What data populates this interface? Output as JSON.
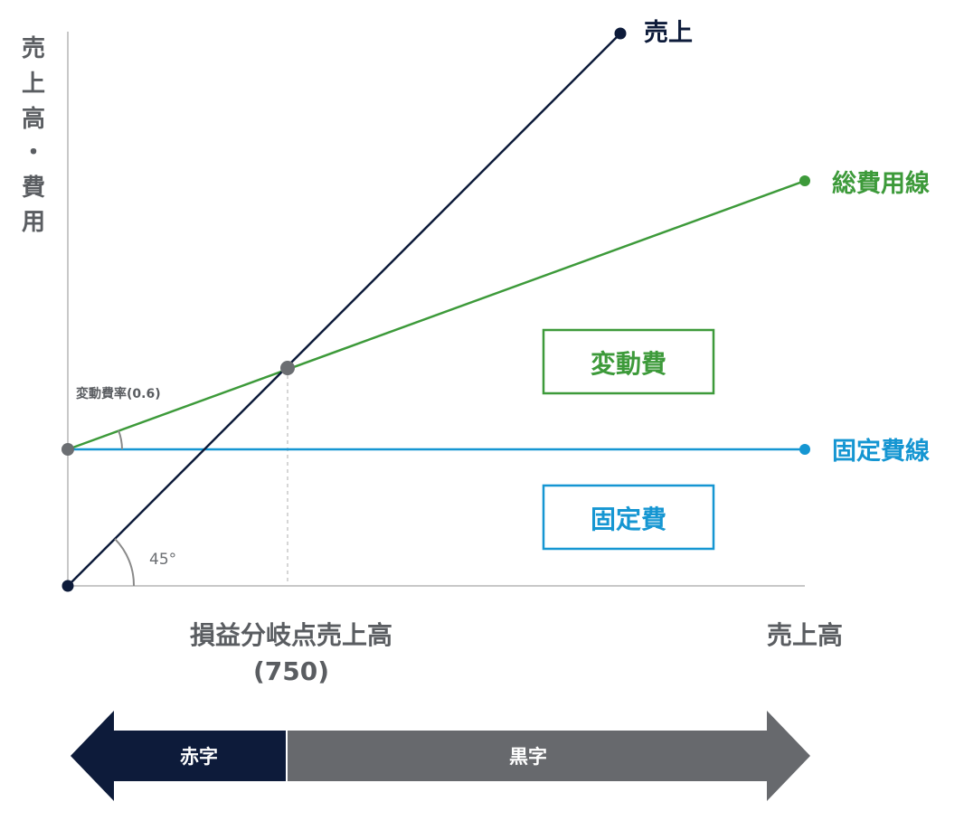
{
  "colors": {
    "sales": "#0d1b3a",
    "total_cost": "#3d9a3a",
    "fixed_cost": "#1596d2",
    "axis": "#c8c8c8",
    "marker_gray": "#6b6e72",
    "loss_band": "#0d1b3a",
    "profit_band": "#67696d",
    "text_gray": "#5a5d61"
  },
  "y_axis_label": [
    "売",
    "上",
    "高",
    "・",
    "費",
    "用"
  ],
  "lines": {
    "sales": {
      "label": "売上"
    },
    "total_cost": {
      "label": "総費用線"
    },
    "fixed_cost": {
      "label": "固定費線"
    }
  },
  "boxes": {
    "variable_cost": "変動費",
    "fixed_cost": "固定費"
  },
  "annotations": {
    "variable_cost_rate": "変動費率(0.6)",
    "angle": "45°"
  },
  "x_labels": {
    "break_even": "損益分岐点売上高",
    "break_even_value": "(750)",
    "sales": "売上高"
  },
  "bottom_bar": {
    "loss": "赤字",
    "profit": "黒字"
  }
}
